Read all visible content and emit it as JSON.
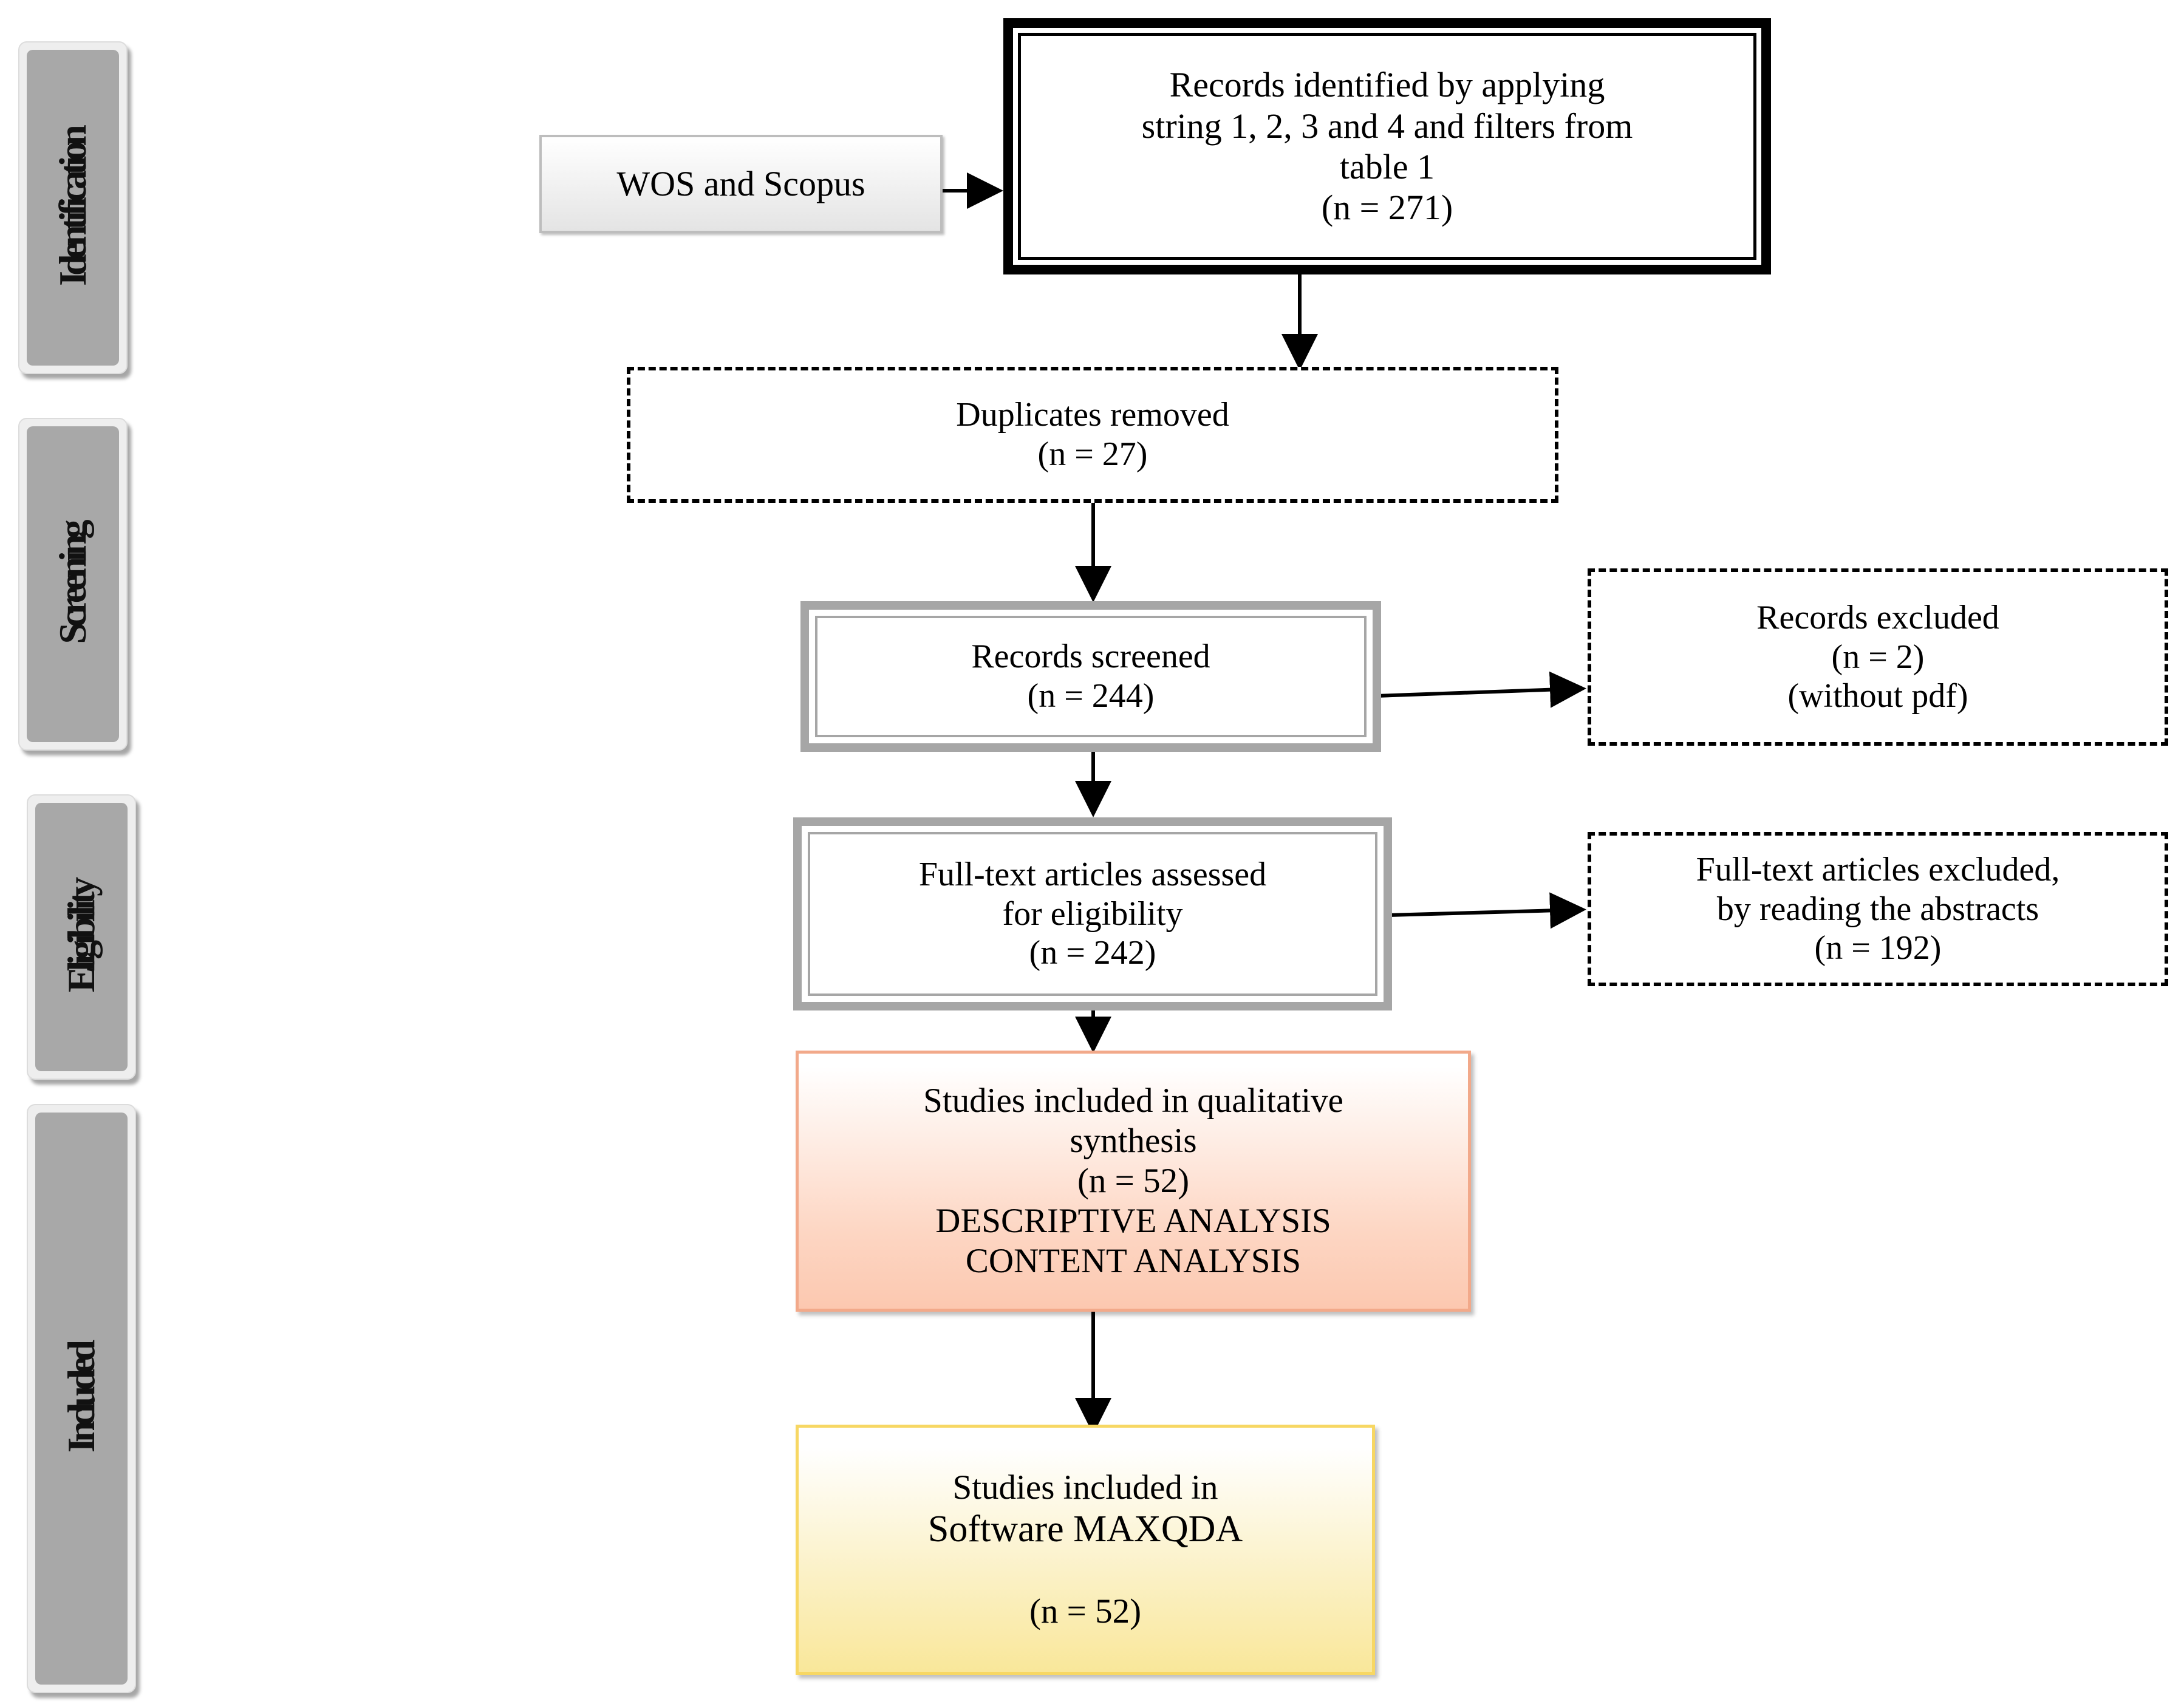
{
  "stages": {
    "identification": "Identification",
    "screening": "Screening",
    "eligibility": "Eligibility",
    "included": "Included"
  },
  "boxes": {
    "wos": "WOS and Scopus",
    "identified": [
      "Records identified by applying",
      "string 1, 2, 3 and 4 and filters from",
      "table 1",
      "(n = 271)"
    ],
    "duplicates": [
      "Duplicates removed",
      "(n = 27)"
    ],
    "screened": [
      "Records screened",
      "(n = 244)"
    ],
    "excluded": [
      "Records excluded",
      "(n = 2)",
      "(without pdf)"
    ],
    "fulltext": [
      "Full-text articles assessed",
      "for eligibility",
      "(n = 242)"
    ],
    "fulltext_excluded": [
      "Full-text articles excluded,",
      "by reading the abstracts",
      "(n = 192)"
    ],
    "qualitative": [
      "Studies included in qualitative",
      "synthesis",
      "(n = 52)",
      "DESCRIPTIVE ANALYSIS",
      "CONTENT ANALYSIS"
    ],
    "maxqda": [
      "Studies included in",
      "Software MAXQDA",
      "",
      "(n = 52)"
    ]
  },
  "colors": {
    "tab_fill": "#a8a8a8",
    "grey_border": "#a6a6a6",
    "orange_fill": "#fcc8b0",
    "yellow_fill": "#f9e79a"
  }
}
